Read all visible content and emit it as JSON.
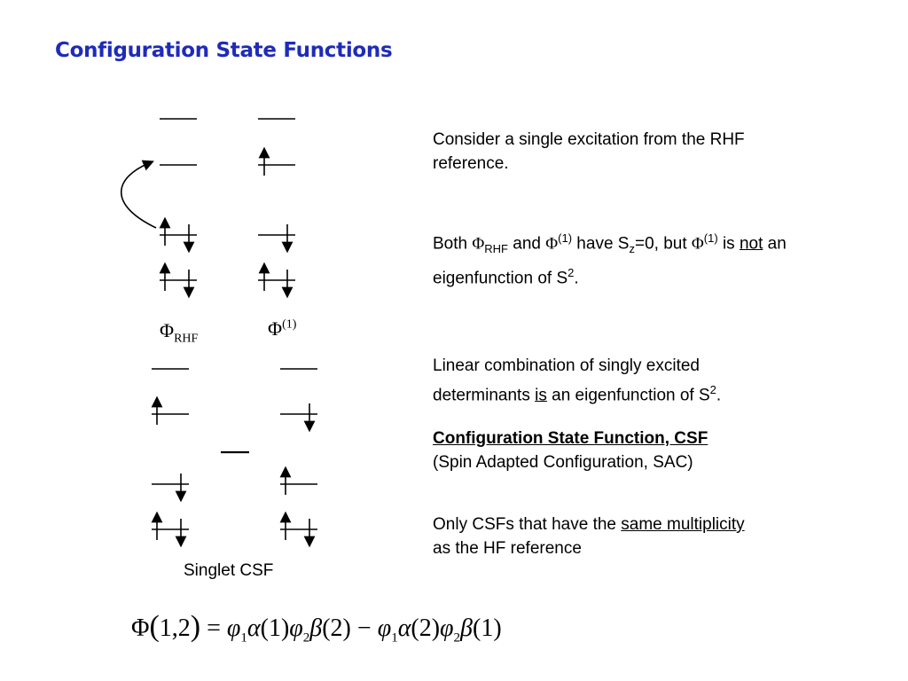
{
  "slide": {
    "title": "Configuration State Functions"
  },
  "text_blocks": {
    "b1_line1": "Consider a single excitation from the RHF",
    "b1_line2": "reference.",
    "b2_both": "Both ",
    "b2_phi": "Φ",
    "b2_rhf": "RHF",
    "b2_and": " and ",
    "b2_phi2": "Φ",
    "b2_one": "(1)",
    "b2_have": " have S",
    "b2_z": "z",
    "b2_eq0": "=0, but ",
    "b2_phi3": "Φ",
    "b2_one2": "(1)",
    "b2_is": " is ",
    "b2_not": "not",
    "b2_an": " an",
    "b2_line2": "eigenfunction of S",
    "b2_sq": "2",
    "b2_dot": ".",
    "b3_line1": "Linear combination of singly excited",
    "b3_line2a": "determinants ",
    "b3_is": "is",
    "b3_line2b": " an eigenfunction of S",
    "b3_sq": "2",
    "b3_dot": ".",
    "b4_title": "Configuration State Function, CSF",
    "b4_sub": "(Spin Adapted Configuration, SAC)",
    "b5_line1a": "Only CSFs that have the ",
    "b5_same": "same multiplicity",
    "b5_line2": "as the HF reference"
  },
  "labels": {
    "phi_rhf": "Φ",
    "phi_rhf_sub": "RHF",
    "phi_1": "Φ",
    "phi_1_sup": "(1)",
    "singlet": "Singlet CSF"
  },
  "equation": {
    "lhs_phi": "Φ",
    "lhs_paren_open": "(",
    "lhs_args": "1,2",
    "lhs_paren_close": ")",
    "equals": " = ",
    "t1_phi": "φ",
    "t1_sub": "1",
    "t1_alpha": "α",
    "t1_arg": "(1)",
    "t2_phi": "φ",
    "t2_sub": "2",
    "t2_beta": "β",
    "t2_arg": "(2)",
    "minus": " − ",
    "t3_phi": "φ",
    "t3_sub": "1",
    "t3_alpha": "α",
    "t3_arg": "(2)",
    "t4_phi": "φ",
    "t4_sub": "2",
    "t4_beta": "β",
    "t4_arg": "(1)"
  },
  "colors": {
    "title": "#1f2bb8",
    "ink": "#000000"
  }
}
